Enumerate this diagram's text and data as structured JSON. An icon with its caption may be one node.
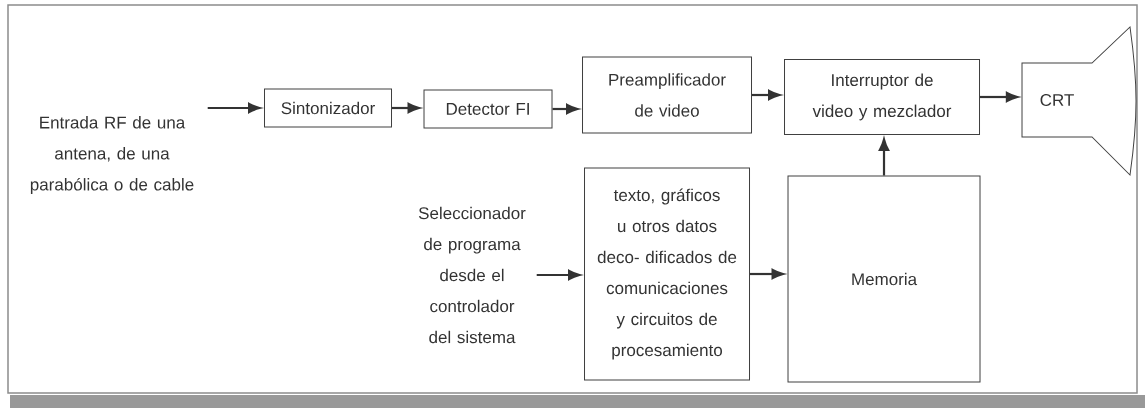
{
  "diagram": {
    "nodes": [
      {
        "text": [
          "Entrada RF de una antena, de una parabólica o de cable"
        ]
      },
      {
        "text": [
          "Sintonizador"
        ]
      },
      {
        "text": [
          "Detector FI"
        ]
      },
      {
        "text": [
          "Preamplificador de video"
        ]
      },
      {
        "text": [
          "Interruptor de video y mezclador"
        ]
      },
      {
        "text": [
          "CRT"
        ]
      },
      {
        "text": [
          "Seleccionador de programa desde el controlador del sistema"
        ]
      },
      {
        "text": [
          "texto, gráficos u otros datos deco- dificados de comunicaciones y circuitos de procesamiento"
        ]
      },
      {
        "text": [
          "Memoria"
        ]
      }
    ],
    "edges": [
      {
        "from": 0,
        "to": 1,
        "arrow": "to"
      },
      {
        "from": 1,
        "to": 2,
        "arrow": "to"
      },
      {
        "from": 2,
        "to": 3,
        "arrow": "to"
      },
      {
        "from": 3,
        "to": 4,
        "arrow": "to"
      },
      {
        "from": 4,
        "to": 5,
        "arrow": "to"
      },
      {
        "from": 6,
        "to": 7,
        "arrow": "to"
      },
      {
        "from": 7,
        "to": 8,
        "arrow": "to"
      },
      {
        "from": 8,
        "to": 4,
        "arrow": "to"
      }
    ]
  }
}
